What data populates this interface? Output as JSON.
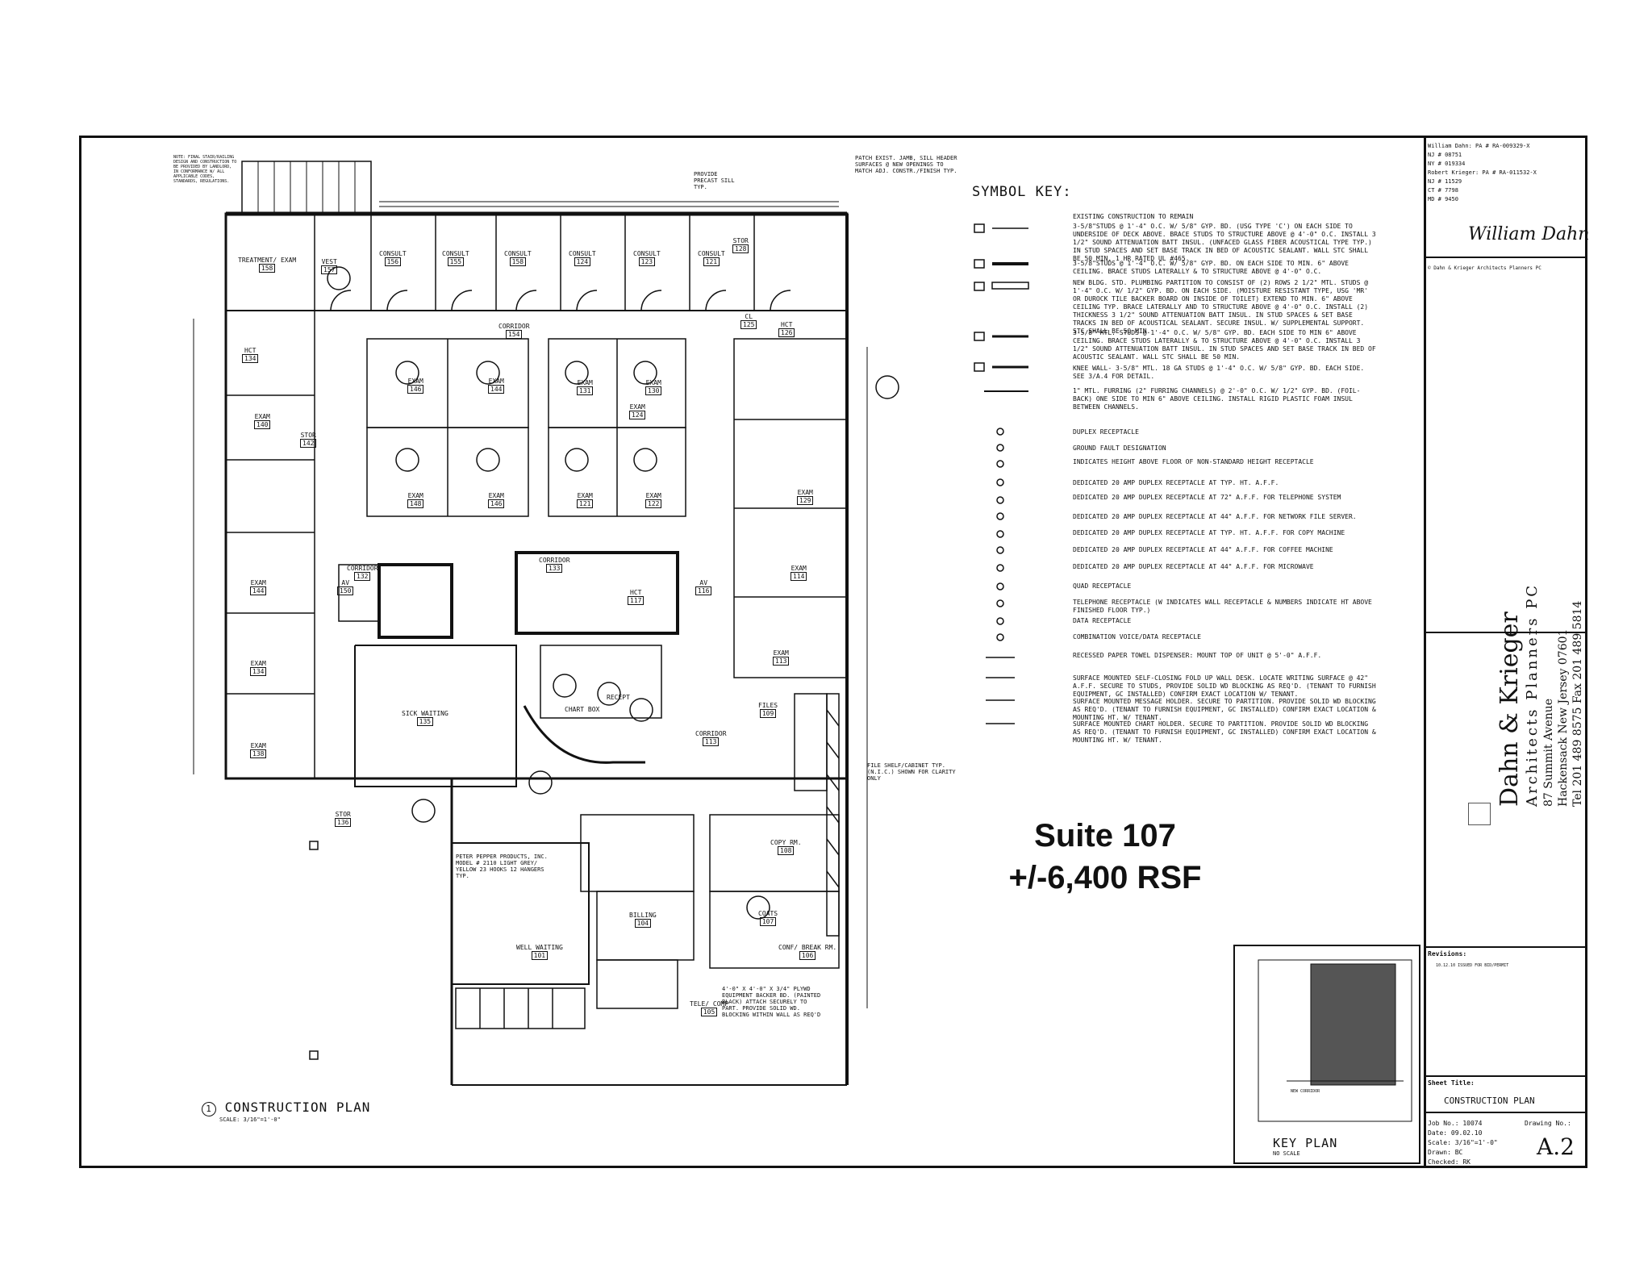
{
  "symbol_key": {
    "title": "SYMBOL KEY:",
    "partitions": [
      "EXISTING CONSTRUCTION TO REMAIN",
      "3-5/8\"STUDS @ 1'-4\" O.C. W/ 5/8\" GYP. BD. (USG TYPE 'C') ON EACH SIDE TO UNDERSIDE OF DECK ABOVE. BRACE STUDS TO STRUCTURE ABOVE @ 4'-0\" O.C. INSTALL 3 1/2\" SOUND ATTENUATION BATT INSUL. (UNFACED GLASS FIBER ACOUSTICAL TYPE TYP.) IN STUD SPACES AND SET BASE TRACK IN BED OF ACOUSTIC SEALANT. WALL STC SHALL BE 50 MIN. 1 HR RATED UL #465.",
      "3-5/8\"STUDS @ 1'-4\" O.C. W/ 5/8\" GYP. BD. ON EACH SIDE TO MIN. 6\" ABOVE CEILING. BRACE STUDS LATERALLY & TO STRUCTURE ABOVE @ 4'-0\" O.C.",
      "NEW BLDG. STD. PLUMBING PARTITION TO CONSIST OF (2) ROWS 2 1/2\" MTL. STUDS @ 1'-4\" O.C. W/ 1/2\" GYP. BD. ON EACH SIDE. (MOISTURE RESISTANT TYPE, USG 'MR' OR DUROCK TILE BACKER BOARD ON INSIDE OF TOILET) EXTEND TO MIN. 6\" ABOVE CEILING TYP. BRACE LATERALLY AND TO STRUCTURE ABOVE @ 4'-0\" O.C. INSTALL (2) THICKNESS 3 1/2\" SOUND ATTENUATION BATT INSUL. IN STUD SPACES & SET BASE TRACKS IN BED OF ACOUSTICAL SEALANT. SECURE INSUL. W/ SUPPLEMENTAL SUPPORT. STC SHALL BE 50 MIN.",
      "3-5/8\" MTL. STUDS @ 1'-4\" O.C. W/ 5/8\" GYP. BD. EACH SIDE TO MIN 6\" ABOVE CEILING. BRACE STUDS LATERALLY & TO STRUCTURE ABOVE @ 4'-0\" O.C. INSTALL 3 1/2\" SOUND ATTENUATION BATT INSUL. IN STUD SPACES AND SET BASE TRACK IN BED OF ACOUSTIC SEALANT. WALL STC SHALL BE 50 MIN.",
      "KNEE WALL- 3-5/8\" MTL. 18 GA STUDS @ 1'-4\" O.C. W/ 5/8\" GYP. BD. EACH SIDE. SEE 3/A.4 FOR DETAIL.",
      "1\" MTL. FURRING (2\" FURRING CHANNELS) @ 2'-0\" O.C. W/ 1/2\" GYP. BD. (FOIL-BACK) ONE SIDE TO MIN 6\" ABOVE CEILING. INSTALL RIGID PLASTIC FOAM INSUL BETWEEN CHANNELS."
    ],
    "electrical": [
      "DUPLEX RECEPTACLE",
      "GROUND FAULT DESIGNATION",
      "INDICATES HEIGHT ABOVE FLOOR OF NON-STANDARD HEIGHT RECEPTACLE",
      "DEDICATED 20 AMP DUPLEX RECEPTACLE AT TYP. HT. A.F.F.",
      "DEDICATED 20 AMP DUPLEX RECEPTACLE AT 72\" A.F.F. FOR TELEPHONE SYSTEM",
      "DEDICATED 20 AMP DUPLEX RECEPTACLE AT 44\" A.F.F. FOR NETWORK FILE SERVER.",
      "DEDICATED 20 AMP DUPLEX RECEPTACLE AT TYP. HT. A.F.F. FOR COPY MACHINE",
      "DEDICATED 20 AMP DUPLEX RECEPTACLE AT 44\" A.F.F. FOR COFFEE MACHINE",
      "DEDICATED 20 AMP DUPLEX RECEPTACLE AT 44\" A.F.F. FOR MICROWAVE",
      "QUAD RECEPTACLE",
      "TELEPHONE RECEPTACLE (W INDICATES WALL RECEPTACLE & NUMBERS INDICATE HT ABOVE FINISHED FLOOR TYP.)",
      "DATA RECEPTACLE",
      "COMBINATION VOICE/DATA RECEPTACLE",
      "RECESSED PAPER TOWEL DISPENSER: MOUNT TOP OF UNIT @ 5'-0\" A.F.F.",
      "SURFACE MOUNTED SELF-CLOSING FOLD UP WALL DESK. LOCATE WRITING SURFACE @ 42\" A.F.F. SECURE TO STUDS, PROVIDE SOLID WD BLOCKING AS REQ'D. (TENANT TO FURNISH EQUIPMENT, GC INSTALLED) CONFIRM EXACT LOCATION W/ TENANT.",
      "SURFACE MOUNTED MESSAGE HOLDER. SECURE TO PARTITION. PROVIDE SOLID WD BLOCKING AS REQ'D. (TENANT TO FURNISH EQUIPMENT, GC INSTALLED) CONFIRM EXACT LOCATION & MOUNTING HT. W/ TENANT.",
      "SURFACE MOUNTED CHART HOLDER. SECURE TO PARTITION. PROVIDE SOLID WD BLOCKING AS REQ'D. (TENANT TO FURNISH EQUIPMENT, GC INSTALLED) CONFIRM EXACT LOCATION & MOUNTING HT. W/ TENANT."
    ]
  },
  "suite": {
    "line1": "Suite 107",
    "line2": "+/-6,400 RSF"
  },
  "plan_title": {
    "number": "1",
    "label": "CONSTRUCTION PLAN",
    "scale": "SCALE: 3/16\"=1'-0\""
  },
  "key_plan": {
    "label": "KEY PLAN",
    "scale": "NO SCALE",
    "corridor": "NEW CORRIDOR"
  },
  "licenses": [
    "William Dahn: PA # RA-009329-X",
    "NJ # 08751",
    "NY # 019334",
    "Robert Krieger: PA # RA-011532-X",
    "NJ # 11529",
    "CT # 7798",
    "MD # 9450"
  ],
  "firm": {
    "credit": "© Dahn & Krieger Architects Planners PC",
    "name": "Dahn & Krieger",
    "sub": "Architects Planners PC",
    "address1": "87 Summit Avenue",
    "address2": "Hackensack New Jersey 07601",
    "phone": "Tel 201 489 8575 Fax 201 489 5814"
  },
  "revisions": {
    "label": "Revisions:",
    "entry": "10.12.10 ISSUED FOR BID/PERMIT"
  },
  "sheet": {
    "title_label": "Sheet Title:",
    "title": "CONSTRUCTION PLAN",
    "job_no": "Job No.: 10074",
    "date": "Date: 09.02.10",
    "scale": "Scale: 3/16\"=1'-0\"",
    "drawn": "Drawn: BC",
    "checked": "Checked: RK",
    "drawing_label": "Drawing No.:",
    "drawing_no": "A.2"
  },
  "notes": {
    "stair": "NOTE: FINAL STAIR/RAILING DESIGN AND CONSTRUCTION TO BE PROVIDED BY LANDLORD, IN CONFORMANCE W/ ALL APPLICABLE CODES, STANDARDS, REGULATIONS.",
    "jamb": "PATCH EXIST. JAMB, SILL HEADER SURFACES @ NEW OPENINGS TO MATCH ADJ. CONSTR./FINISH TYP.",
    "sill": "PROVIDE PRECAST SILL TYP.",
    "shelf": "FILE SHELF/CABINET TYP. (N.I.C.) SHOWN FOR CLARITY ONLY",
    "hooks": "PETER PEPPER PRODUCTS, INC. MODEL # 2110 LIGHT GREY/ YELLOW 23 HOOKS 12 HANGERS TYP.",
    "plywood": "4'-0\" X 4'-0\" X 3/4\" PLYWD EQUIPMENT BACKER BD. (PAINTED BLACK) ATTACH SECURELY TO PART. PROVIDE SOLID WD. BLOCKING WITHIN WALL AS REQ'D"
  },
  "rooms": [
    {
      "name": "TREATMENT/ EXAM",
      "no": "158"
    },
    {
      "name": "VEST",
      "no": "157"
    },
    {
      "name": "CONSULT",
      "no": "156"
    },
    {
      "name": "CONSULT",
      "no": "155"
    },
    {
      "name": "CONSULT",
      "no": "158"
    },
    {
      "name": "CONSULT",
      "no": "124"
    },
    {
      "name": "CONSULT",
      "no": "123"
    },
    {
      "name": "CONSULT",
      "no": "121"
    },
    {
      "name": "STOR",
      "no": "128"
    },
    {
      "name": "HCT",
      "no": "126"
    },
    {
      "name": "CL",
      "no": "125"
    },
    {
      "name": "CORRIDOR",
      "no": "154"
    },
    {
      "name": "HCT",
      "no": "134"
    },
    {
      "name": "EXAM",
      "no": "146"
    },
    {
      "name": "EXAM",
      "no": "144"
    },
    {
      "name": "EXAM",
      "no": "131"
    },
    {
      "name": "EXAM",
      "no": "130"
    },
    {
      "name": "EXAM",
      "no": "140"
    },
    {
      "name": "EXAM",
      "no": "124"
    },
    {
      "name": "STOR",
      "no": "142"
    },
    {
      "name": "EXAM",
      "no": "148"
    },
    {
      "name": "EXAM",
      "no": "146"
    },
    {
      "name": "EXAM",
      "no": "121"
    },
    {
      "name": "EXAM",
      "no": "122"
    },
    {
      "name": "EXAM",
      "no": "129"
    },
    {
      "name": "EXAM",
      "no": "144"
    },
    {
      "name": "AV",
      "no": "150"
    },
    {
      "name": "AV",
      "no": "116"
    },
    {
      "name": "HCT",
      "no": "117"
    },
    {
      "name": "EXAM",
      "no": "114"
    },
    {
      "name": "EXAM",
      "no": "113"
    },
    {
      "name": "EXAM",
      "no": "134"
    },
    {
      "name": "EXAM",
      "no": "138"
    },
    {
      "name": "SICK WAITING",
      "no": "135"
    },
    {
      "name": "CHART BOX",
      "no": ""
    },
    {
      "name": "RECEPT",
      "no": ""
    },
    {
      "name": "FILES",
      "no": "109"
    },
    {
      "name": "CORRIDOR",
      "no": "113"
    },
    {
      "name": "STOR",
      "no": "136"
    },
    {
      "name": "COPY RM.",
      "no": "108"
    },
    {
      "name": "COATS",
      "no": "107"
    },
    {
      "name": "BILLING",
      "no": "104"
    },
    {
      "name": "CONF/ BREAK RM.",
      "no": "106"
    },
    {
      "name": "WELL WAITING",
      "no": "101"
    },
    {
      "name": "TELE/ COMP",
      "no": "105"
    },
    {
      "name": "CORRIDOR",
      "no": "132"
    },
    {
      "name": "CORRIDOR",
      "no": "133"
    }
  ]
}
